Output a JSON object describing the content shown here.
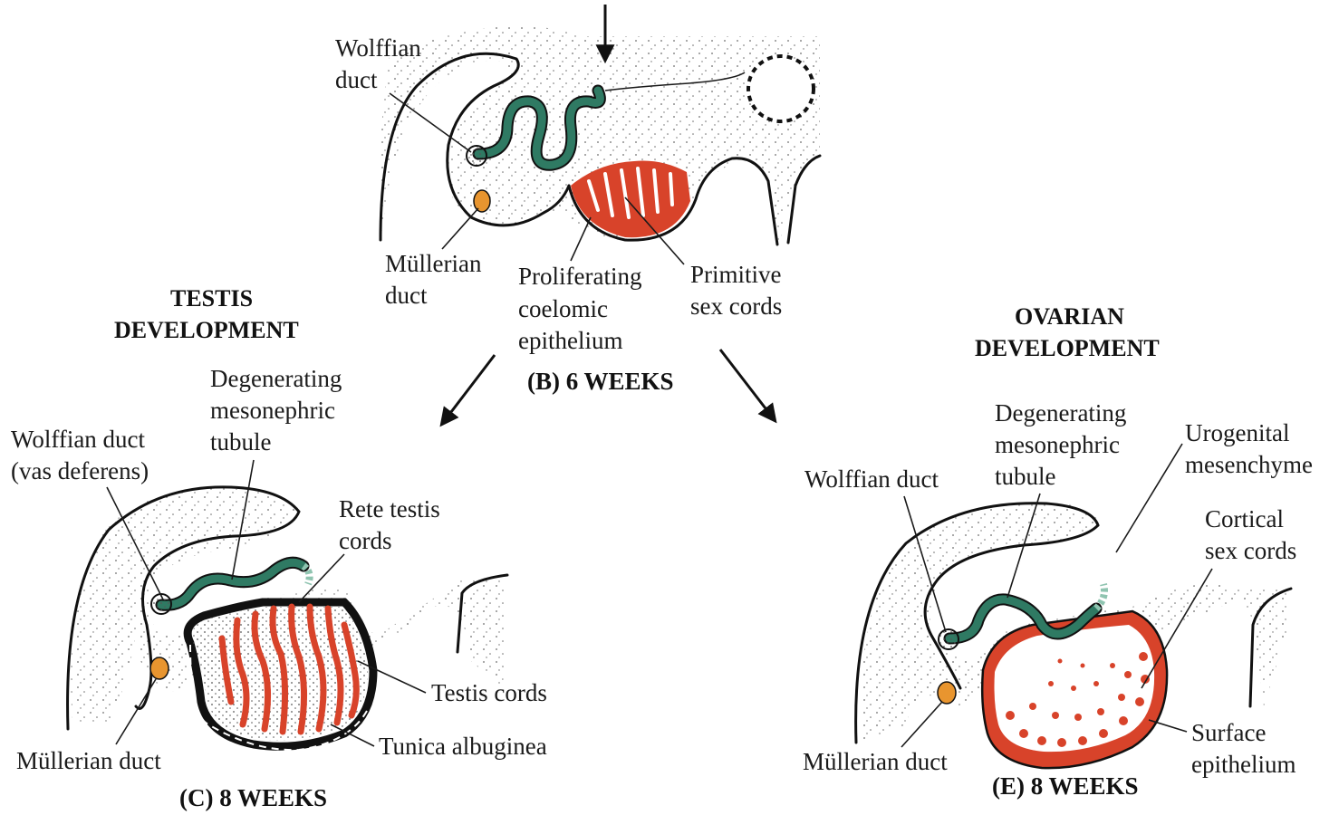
{
  "colors": {
    "duct_green": "#2f7a63",
    "duct_green_light": "#8fc4b0",
    "cord_red": "#d8432a",
    "mullerian_orange": "#e8952f",
    "outline": "#111111",
    "stipple": "#6b6b6b"
  },
  "panel_b": {
    "labels": {
      "wolffian_line1": "Wolffian",
      "wolffian_line2": "duct",
      "mullerian_line1": "Müllerian",
      "mullerian_line2": "duct",
      "proliferating_line1": "Proliferating",
      "proliferating_line2": "coelomic",
      "proliferating_line3": "epithelium",
      "primitive_line1": "Primitive",
      "primitive_line2": "sex cords"
    },
    "caption": "(B)  6 WEEKS"
  },
  "testis": {
    "heading_line1": "TESTIS",
    "heading_line2": "DEVELOPMENT",
    "labels": {
      "degenerating_line1": "Degenerating",
      "degenerating_line2": "mesonephric",
      "degenerating_line3": "tubule",
      "wolffian_line1": "Wolffian duct",
      "wolffian_line2": "(vas deferens)",
      "rete_line1": "Rete testis",
      "rete_line2": "cords",
      "testis_cords": "Testis cords",
      "tunica": "Tunica albuginea",
      "mullerian": "Müllerian duct"
    },
    "caption": "(C)  8 WEEKS"
  },
  "ovary": {
    "heading_line1": "OVARIAN",
    "heading_line2": "DEVELOPMENT",
    "labels": {
      "degenerating_line1": "Degenerating",
      "degenerating_line2": "mesonephric",
      "degenerating_line3": "tubule",
      "wolffian": "Wolffian duct",
      "urogenital_line1": "Urogenital",
      "urogenital_line2": "mesenchyme",
      "cortical_line1": "Cortical",
      "cortical_line2": "sex cords",
      "surface_line1": "Surface",
      "surface_line2": "epithelium",
      "mullerian": "Müllerian duct"
    },
    "caption": "(E)  8 WEEKS"
  }
}
